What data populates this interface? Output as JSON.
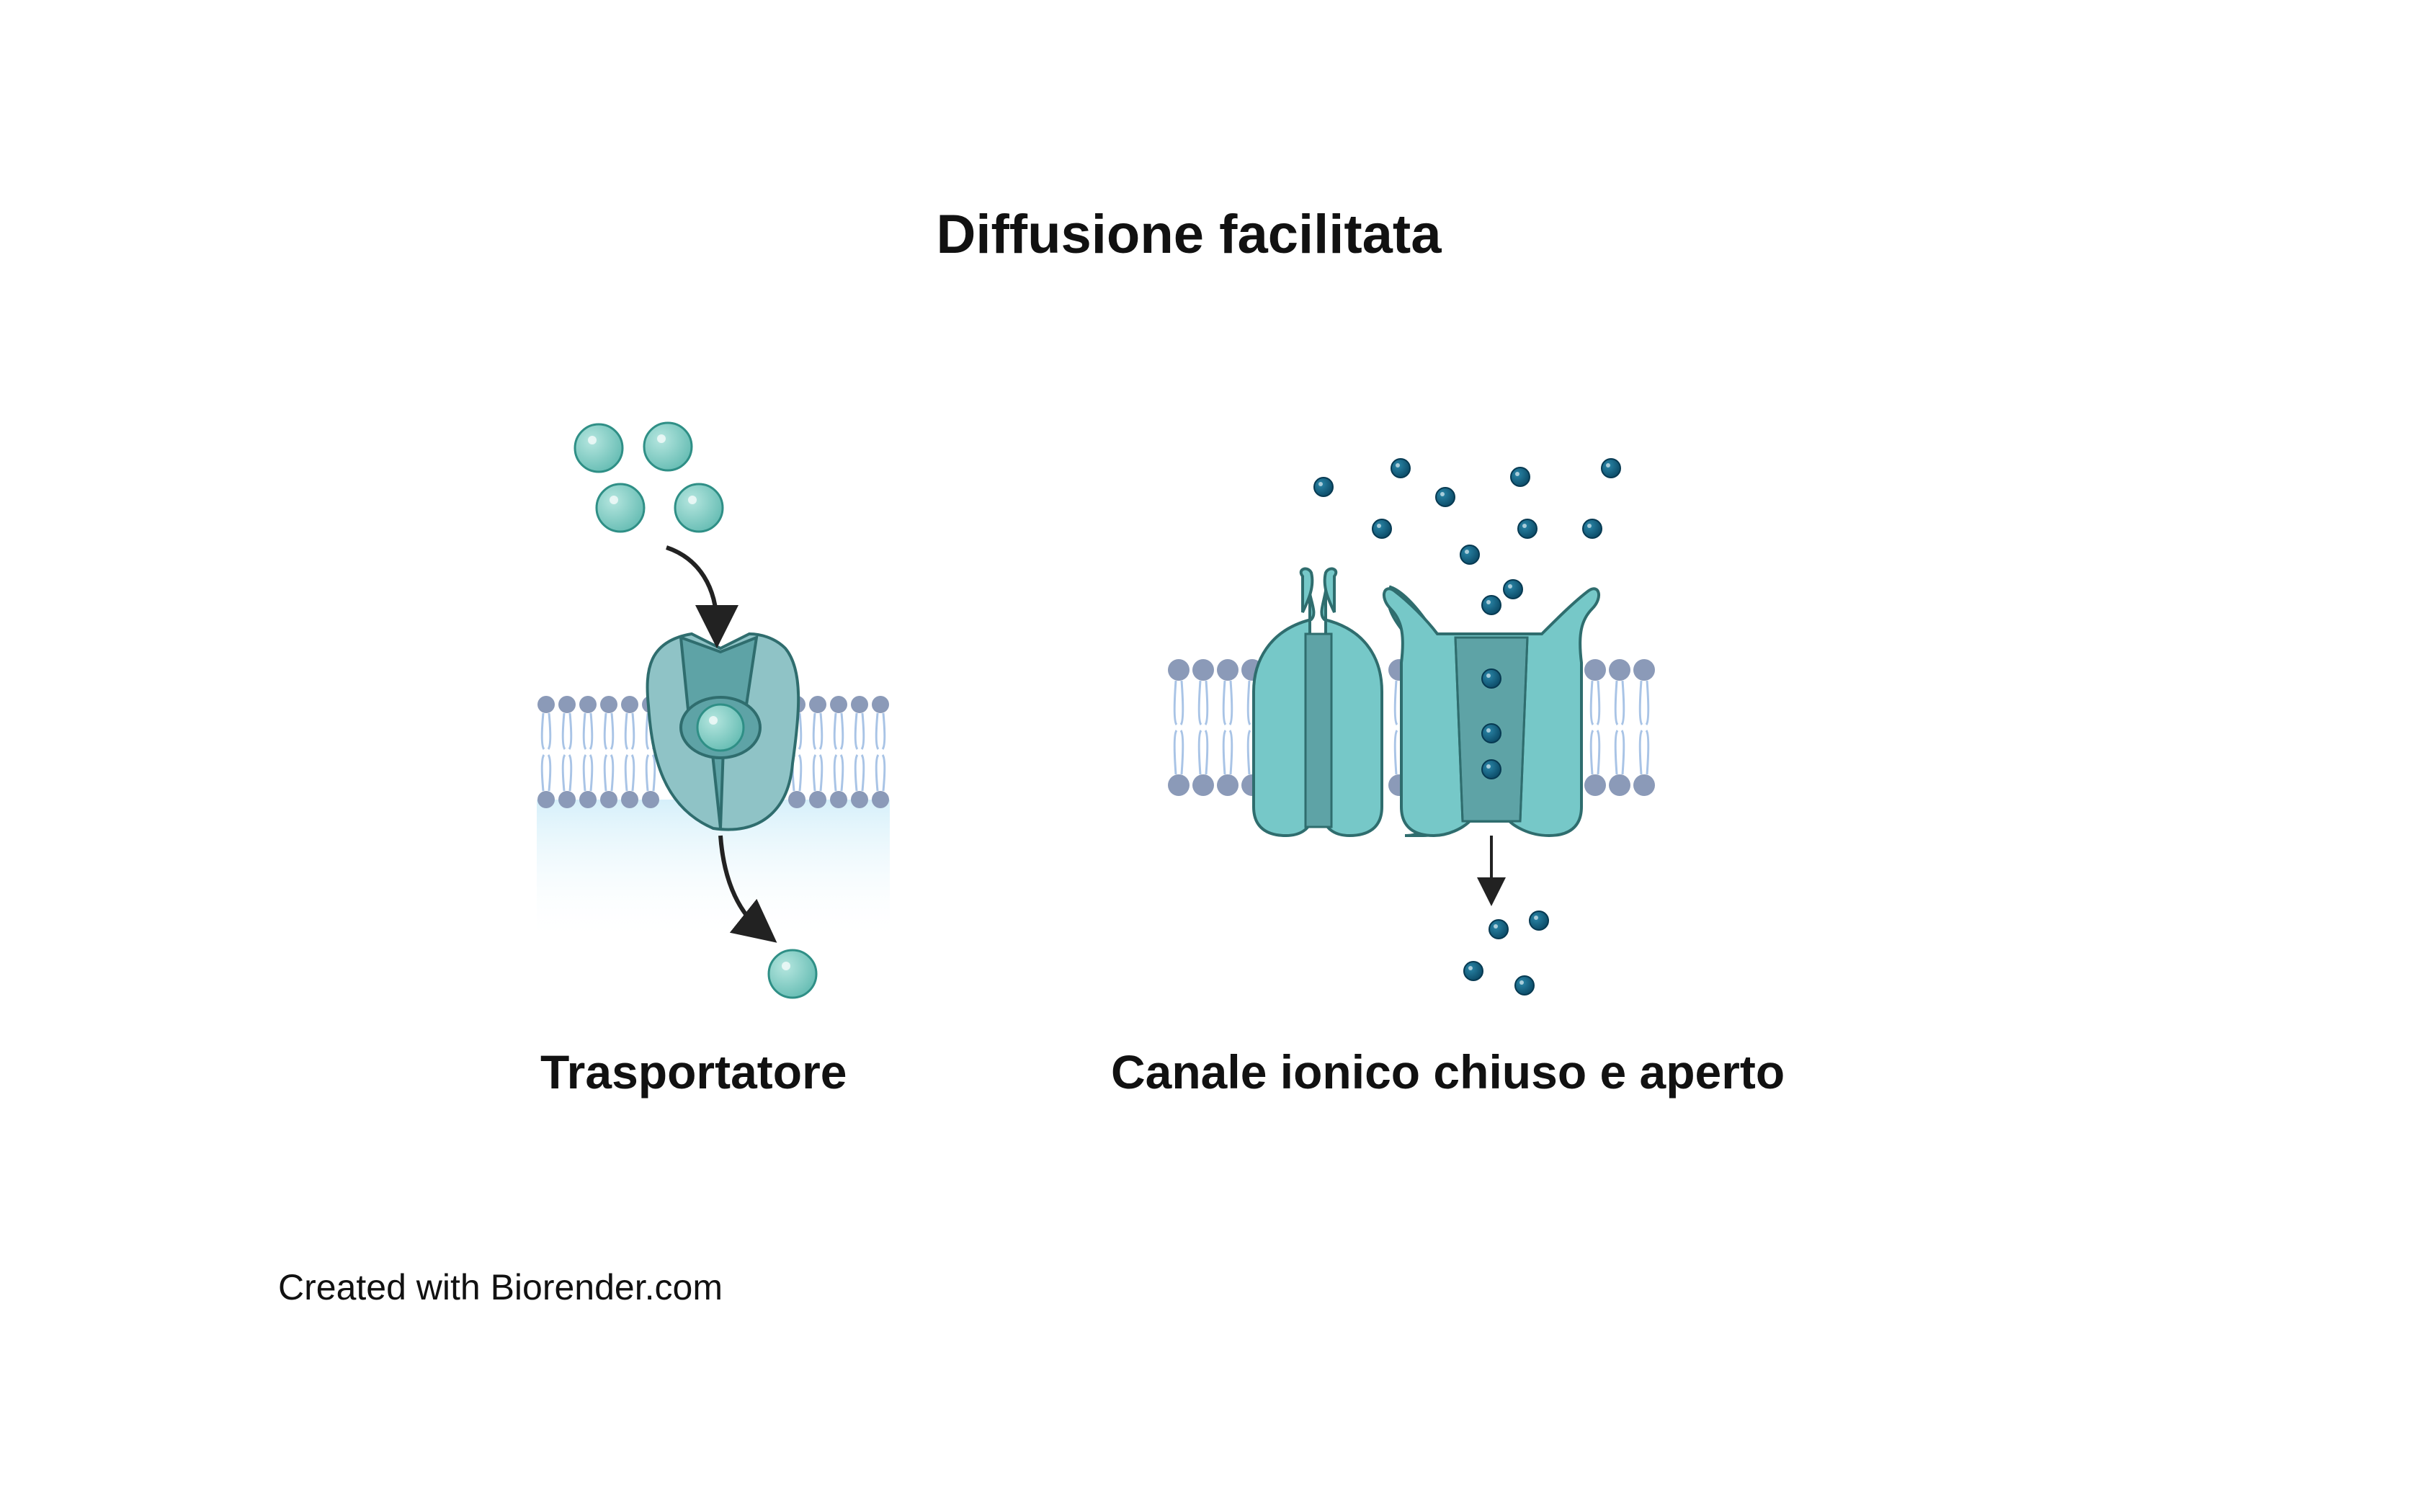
{
  "title": "Diffusione facilitata",
  "panels": {
    "transporter": {
      "label": "Trasportatore"
    },
    "ion_channel": {
      "label": "Canale ionico chiuso e aperto"
    }
  },
  "credit": "Created with Biorender.com",
  "colors": {
    "protein": "#76c8c8",
    "protein_dark": "#5ea3a6",
    "protein_outline": "#2f6d6e",
    "lipid_head": "#8b9ab8",
    "lipid_tail": "#a9c4e6",
    "ion": "#0e5a7a",
    "molecule": "#7fcfc4",
    "extracellular_fluid": "#dff3fb",
    "arrow": "#222222"
  }
}
